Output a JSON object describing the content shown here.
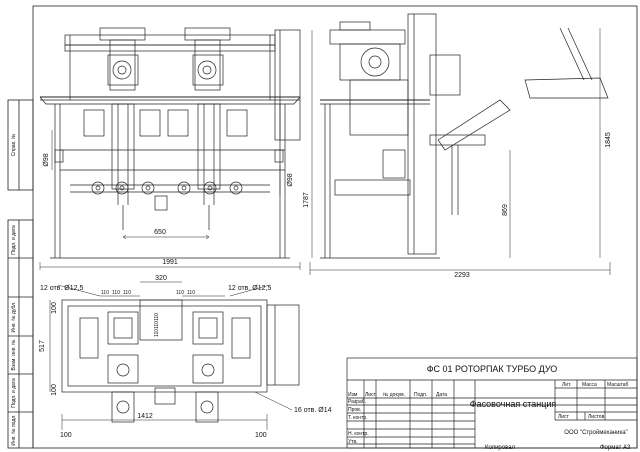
{
  "title_block": {
    "drawing_code": "ФС 01 РОТОРПАК ТУРБО ДУО",
    "drawing_name": "Фасовочная станция",
    "company": "ООО \"Строймеханика\"",
    "format": "Формат А3",
    "copied": "Копировал",
    "head_cols": [
      "Изм",
      "Лист",
      "№ докум.",
      "Подп.",
      "Дата"
    ],
    "rows": [
      "Разраб.",
      "Пров.",
      "Т. контр.",
      "",
      "Н. контр.",
      "Утв."
    ],
    "col_lit": "Лит.",
    "col_mass": "Масса",
    "col_scale": "Масштаб",
    "sheet": "Лист",
    "sheets": "Листов"
  },
  "side_stamps": [
    "Инв. № подл.",
    "Подп. и дата",
    "Взам. инв. №",
    "Инв. № дубл.",
    "Подп. и дата",
    "Справ. №"
  ],
  "dims": {
    "front_width": "1991",
    "front_inner": "650",
    "front_d98": "Ø98",
    "mid_d98": "Ø98",
    "side_width": "2293",
    "side_h1": "1787",
    "side_h2": "1845",
    "side_h3": "869",
    "plan_320": "320",
    "plan_holes_l": "12 отв. Ø12,5",
    "plan_holes_r": "12 отв. Ø12,5",
    "plan_110a": "110",
    "plan_110b": "110",
    "plan_110c": "110",
    "plan_110d": "110",
    "plan_110e": "110",
    "plan_vert": "110110110",
    "plan_517": "517",
    "plan_100a": "100",
    "plan_100b": "100",
    "plan_1412": "1412",
    "plan_100c": "100",
    "plan_100d": "100",
    "plan_holes_16": "16 отв. Ø14"
  },
  "colors": {
    "line": "#222222",
    "paper": "#ffffff"
  }
}
